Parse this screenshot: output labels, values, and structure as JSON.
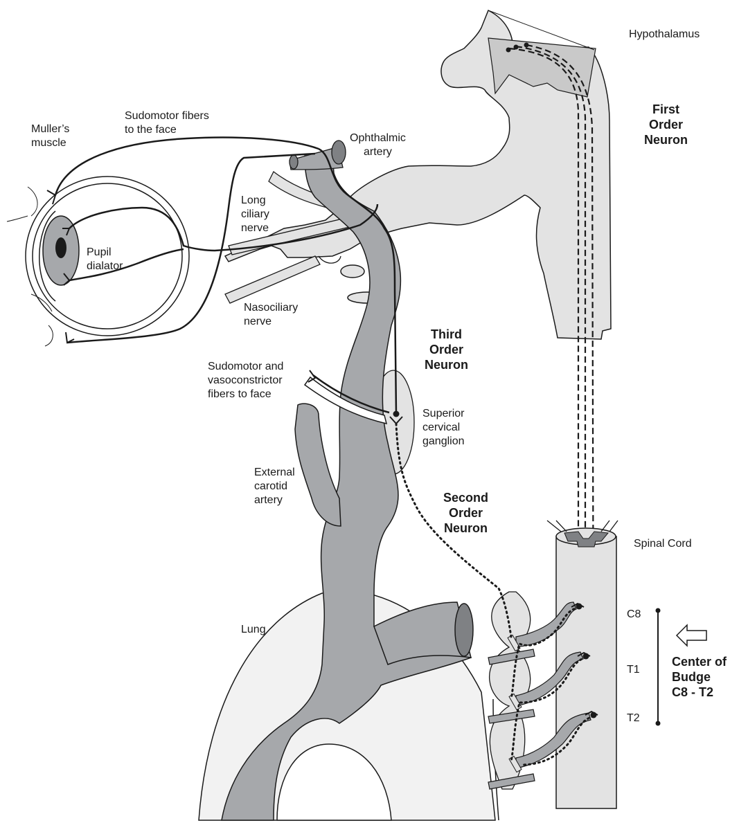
{
  "colors": {
    "tissue": "#e3e3e3",
    "artery": "#a6a8ab",
    "outline": "#1a1a1a",
    "background": "#ffffff"
  },
  "labels": {
    "hypothalamus": "Hypothalamus",
    "first_order": [
      "First",
      "Order",
      "Neuron"
    ],
    "mullers_muscle": [
      "Muller’s",
      "muscle"
    ],
    "sudomotor_face": [
      "Sudomotor fibers",
      "to the face"
    ],
    "ophthalmic_artery": [
      "Ophthalmic",
      "artery"
    ],
    "long_ciliary": [
      "Long",
      "ciliary",
      "nerve"
    ],
    "pupil_dilator": [
      "Pupil",
      "dialator"
    ],
    "nasociliary": [
      "Nasociliary",
      "nerve"
    ],
    "third_order": [
      "Third",
      "Order",
      "Neuron"
    ],
    "sudomotor_vaso": [
      "Sudomotor and",
      "vasoconstrictor",
      "fibers to face"
    ],
    "superior_cervical": [
      "Superior",
      "cervical",
      "ganglion"
    ],
    "external_carotid": [
      "External",
      "carotid",
      "artery"
    ],
    "second_order": [
      "Second",
      "Order",
      "Neuron"
    ],
    "spinal_cord": "Spinal Cord",
    "lung": "Lung",
    "c8": "C8",
    "t1": "T1",
    "t2": "T2",
    "center_of_budge": [
      "Center of",
      "Budge",
      "C8 - T2"
    ]
  }
}
